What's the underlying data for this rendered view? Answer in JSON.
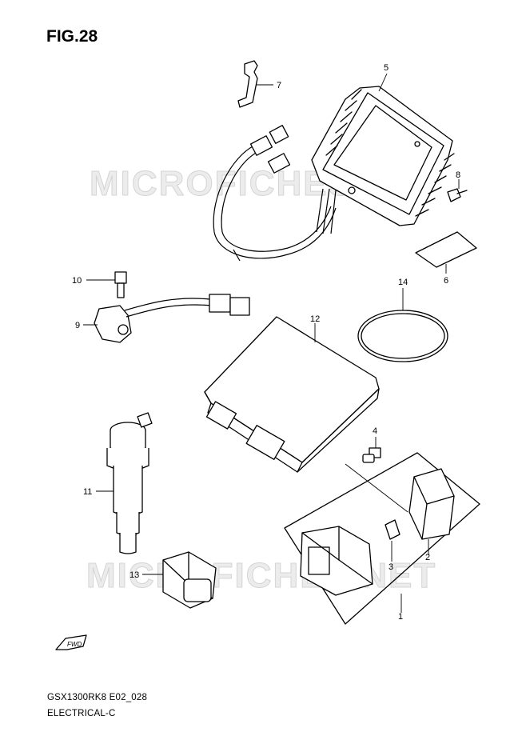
{
  "figure": {
    "title": "FIG.28",
    "model_code": "GSX1300RK8 E02_028",
    "section": "ELECTRICAL-C"
  },
  "watermark": {
    "text": "MICROFICHES.NET"
  },
  "direction_marker": {
    "label": "FWD"
  },
  "callouts": [
    {
      "id": "1",
      "label": "1"
    },
    {
      "id": "2",
      "label": "2"
    },
    {
      "id": "3",
      "label": "3"
    },
    {
      "id": "4",
      "label": "4"
    },
    {
      "id": "5",
      "label": "5"
    },
    {
      "id": "6",
      "label": "6"
    },
    {
      "id": "7",
      "label": "7"
    },
    {
      "id": "8",
      "label": "8"
    },
    {
      "id": "9",
      "label": "9"
    },
    {
      "id": "10",
      "label": "10"
    },
    {
      "id": "11",
      "label": "11"
    },
    {
      "id": "12",
      "label": "12"
    },
    {
      "id": "13",
      "label": "13"
    },
    {
      "id": "14",
      "label": "14"
    }
  ]
}
